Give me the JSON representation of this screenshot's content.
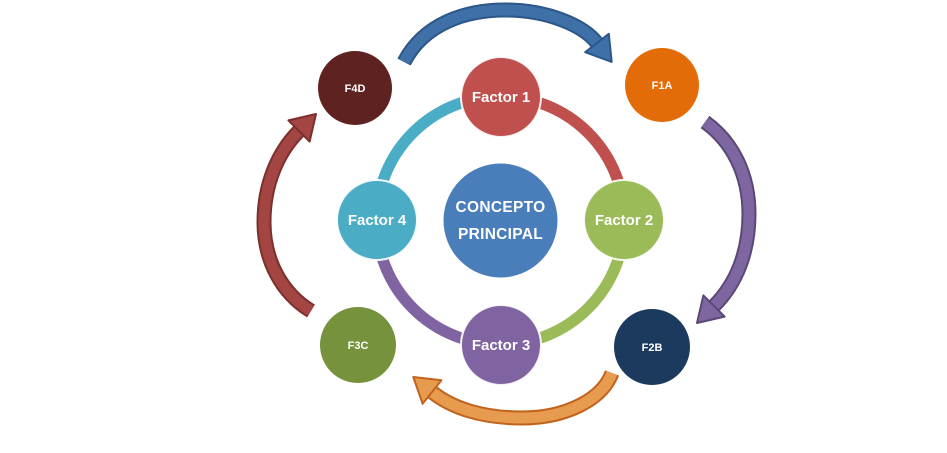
{
  "diagram": {
    "type": "cycle-smartart",
    "background": "#ffffff"
  },
  "center": {
    "line1": "CONCEPTO",
    "line2": "PRINCIPAL",
    "color": "#4A7EBB",
    "text_color": "#ffffff"
  },
  "factors": [
    {
      "label": "Factor 1",
      "color": "#C0504D",
      "position": "top"
    },
    {
      "label": "Factor 2",
      "color": "#9BBB59",
      "position": "right"
    },
    {
      "label": "Factor 3",
      "color": "#8064A2",
      "position": "bottom"
    },
    {
      "label": "Factor 4",
      "color": "#4BACC6",
      "position": "left"
    }
  ],
  "satellites": [
    {
      "label": "F1A",
      "color": "#E36C09",
      "position": "top-right"
    },
    {
      "label": "F2B",
      "color": "#1B3A5E",
      "position": "bottom-right"
    },
    {
      "label": "F3C",
      "color": "#76923C",
      "position": "bottom-left"
    },
    {
      "label": "F4D",
      "color": "#5E2321",
      "position": "top-left"
    }
  ],
  "arrows": [
    {
      "name": "f4d-to-f1a",
      "fill": "#3F70A8",
      "border": "#2C5788",
      "position": "top"
    },
    {
      "name": "f1a-to-f2b",
      "fill": "#7E66A1",
      "border": "#5A4875",
      "position": "right"
    },
    {
      "name": "f2b-to-f3c",
      "fill": "#E79B4E",
      "border": "#C2631D",
      "position": "bottom"
    },
    {
      "name": "f3c-to-f4d",
      "fill": "#A34643",
      "border": "#7C2F2C",
      "position": "left"
    }
  ]
}
